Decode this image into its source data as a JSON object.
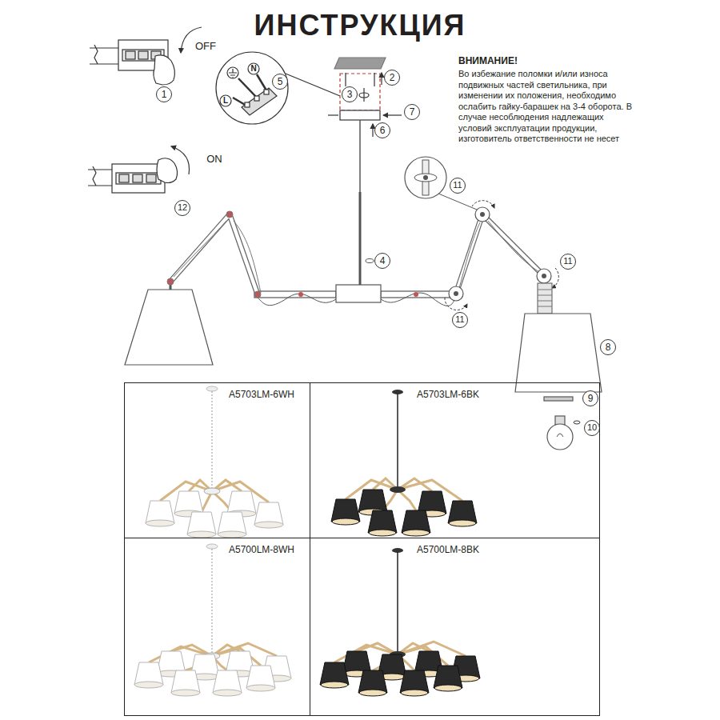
{
  "diagram": {
    "title": "ИНСТРУКЦИЯ",
    "nodes": [
      {
        "text": [
          "A5703LM-6WH"
        ]
      },
      {
        "text": [
          "A5703LM-6BK"
        ]
      },
      {
        "text": [
          "A5700LM-8WH"
        ]
      },
      {
        "text": [
          "A5700LM-8BK"
        ]
      }
    ],
    "labels": [
      "OFF",
      "1",
      "L",
      "N",
      "5",
      "2",
      "3",
      "7",
      "6",
      "ON",
      "12",
      "4",
      "11",
      "11",
      "11",
      "8",
      "9",
      "10",
      "ВНИМАНИЕ!",
      "Во избежание поломки и/или износа подвижных частей светильника, при изменении их положения, необходимо ослабить гайку-барашек на 3-4 оборота. В случае несоблюдения надлежащих условий эксплуатации продукции, изготовитель ответственности не несет"
    ]
  }
}
